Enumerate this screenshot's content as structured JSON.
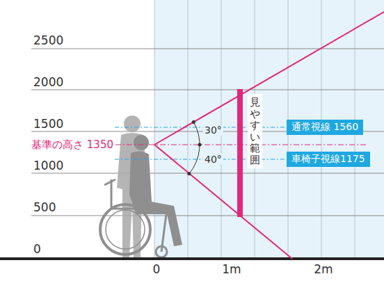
{
  "diagram": {
    "nodes": [
      {
        "text": [
          "通常視線 1560"
        ]
      },
      {
        "text": [
          "車椅子視線1175"
        ]
      }
    ],
    "labels": [
      "2500",
      "2000",
      "1500",
      "1000",
      "500",
      "0",
      "0",
      "1m",
      "2m",
      "基準の高さ 1350",
      "30°",
      "40°",
      "見やすい範囲"
    ]
  }
}
